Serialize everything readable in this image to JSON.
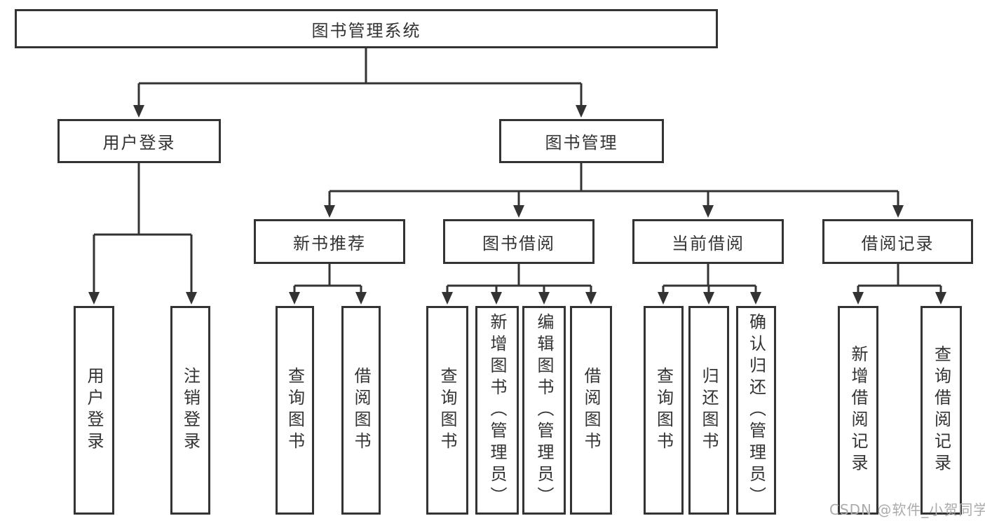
{
  "colors": {
    "line": "#333333",
    "box_border": "#333333",
    "text": "#333333",
    "watermark": "#ababab",
    "background": "#ffffff"
  },
  "tree": {
    "label": "图书管理系统",
    "children": [
      {
        "label": "用户登录",
        "children": [
          {
            "label": "用户登录"
          },
          {
            "label": "注销登录"
          }
        ]
      },
      {
        "label": "图书管理",
        "children": [
          {
            "label": "新书推荐",
            "children": [
              {
                "label": "查询图书"
              },
              {
                "label": "借阅图书"
              }
            ]
          },
          {
            "label": "图书借阅",
            "children": [
              {
                "label": "查询图书"
              },
              {
                "label": "新增图书（管理员）"
              },
              {
                "label": "编辑图书（管理员）"
              },
              {
                "label": "借阅图书"
              }
            ]
          },
          {
            "label": "当前借阅",
            "children": [
              {
                "label": "查询图书"
              },
              {
                "label": "归还图书"
              },
              {
                "label": "确认归还（管理员）"
              }
            ]
          },
          {
            "label": "借阅记录",
            "children": [
              {
                "label": "新增借阅记录"
              },
              {
                "label": "查询借阅记录"
              }
            ]
          }
        ]
      }
    ]
  },
  "watermark": "CSDN @软件_小贺同学"
}
